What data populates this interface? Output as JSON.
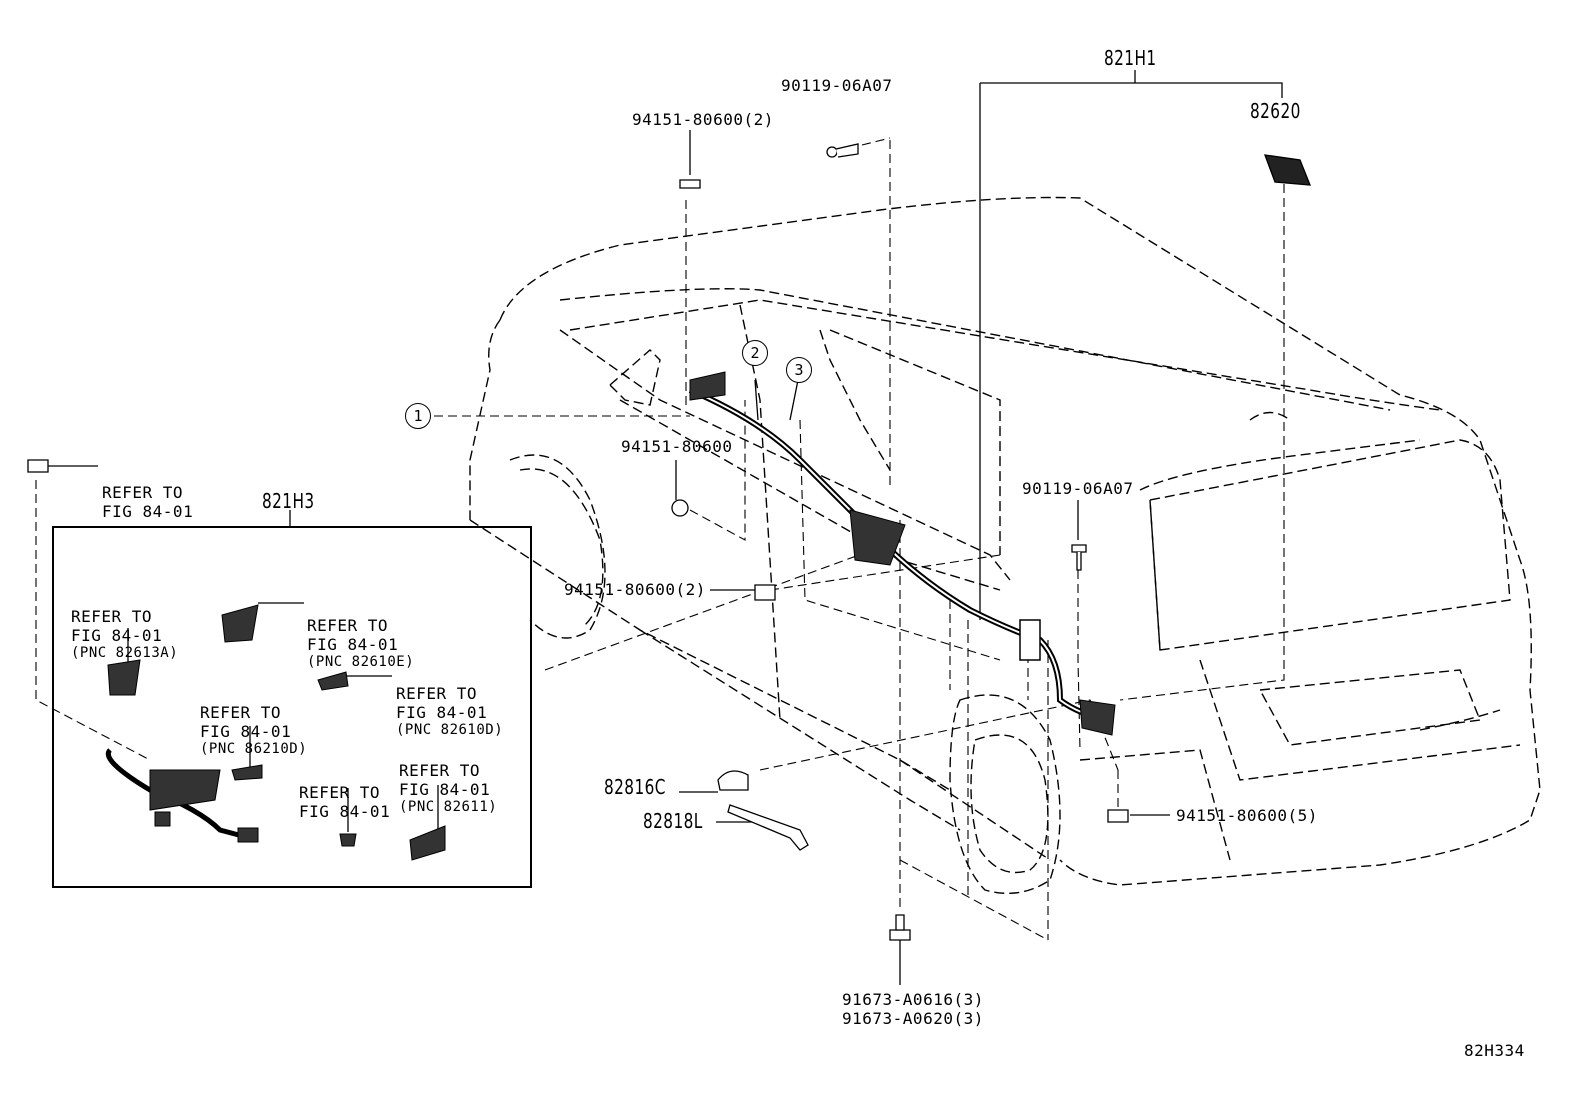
{
  "diagram": {
    "assembly_top": "821H1",
    "assembly_inset": "821H3",
    "ref_code": "82H334"
  },
  "parts": {
    "p82620": "82620",
    "p90119_top": "90119-06A07",
    "p94151_top": "94151-80600(2)",
    "p94151_mid": "94151-80600",
    "p94151_lower": "94151-80600(2)",
    "p90119_right": "90119-06A07",
    "p94151_right": "94151-80600(5)",
    "p82816C": "82816C",
    "p82818L": "82818L",
    "p91673_a": "91673-A0616(3)",
    "p91673_b": "91673-A0620(3)"
  },
  "callouts": {
    "c1": "1",
    "c2": "2",
    "c3": "3"
  },
  "refs": {
    "r_top": [
      "REFER TO",
      "FIG 84-01"
    ],
    "r_82613A": [
      "REFER TO",
      "FIG 84-01",
      "(PNC 82613A)"
    ],
    "r_82610E": [
      "REFER TO",
      "FIG 84-01",
      "(PNC 82610E)"
    ],
    "r_86210D": [
      "REFER TO",
      "FIG 84-01",
      "(PNC 86210D)"
    ],
    "r_82610D": [
      "REFER TO",
      "FIG 84-01",
      "(PNC 82610D)"
    ],
    "r_plain": [
      "REFER TO",
      "FIG 84-01"
    ],
    "r_82611": [
      "REFER TO",
      "FIG 84-01",
      "(PNC 82611)"
    ]
  }
}
